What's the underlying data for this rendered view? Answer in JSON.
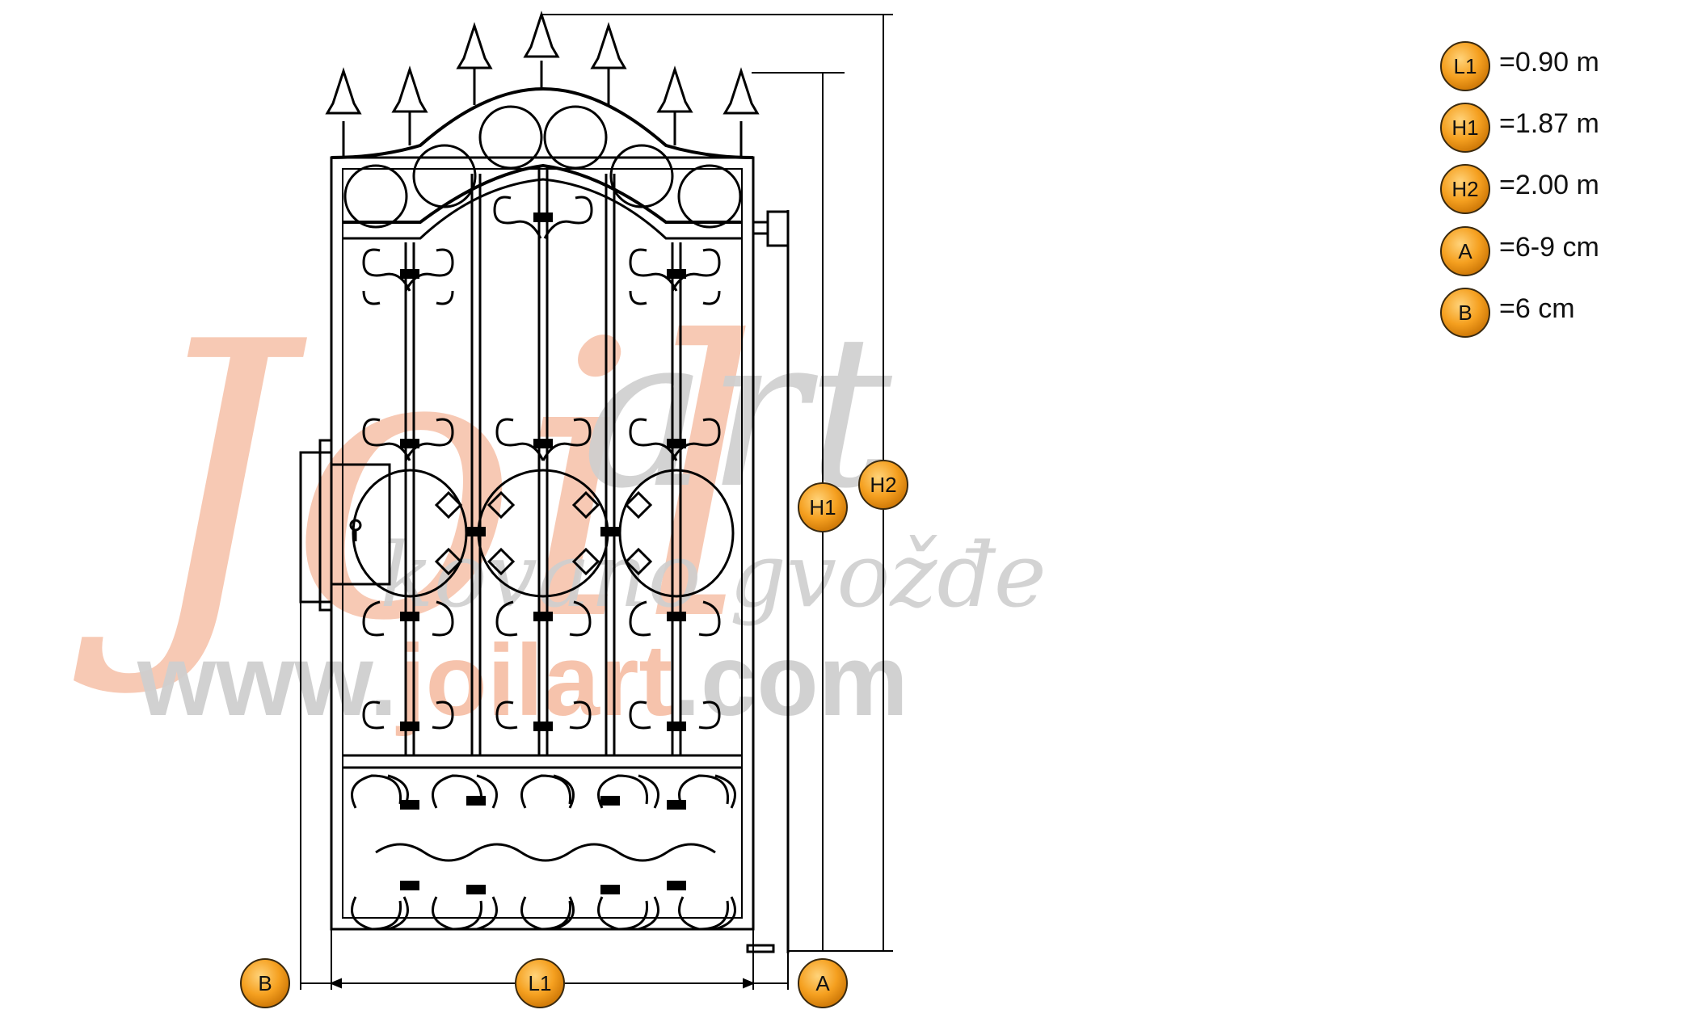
{
  "watermark": {
    "logo_left": "Joil",
    "logo_right": "art",
    "tagline": "kovano gvožđe",
    "url_prefix": "www.",
    "url_brand": "joilart",
    "url_suffix": ".com"
  },
  "dimension_badges": {
    "l1": "L1",
    "h1": "H1",
    "h2": "H2",
    "a": "A",
    "b": "B"
  },
  "legend": [
    {
      "label": "L1",
      "value": "=0.90 m"
    },
    {
      "label": "H1",
      "value": "=1.87 m"
    },
    {
      "label": "H2",
      "value": "=2.00 m"
    },
    {
      "label": "A",
      "value": "=6-9 cm"
    },
    {
      "label": "B",
      "value": "=6 cm"
    }
  ],
  "colors": {
    "badge_fill": "#f5a020",
    "badge_stroke": "#3a2a10",
    "line": "#000000",
    "watermark_orange": "#f4b49a",
    "watermark_gray": "#cfcfcf"
  }
}
